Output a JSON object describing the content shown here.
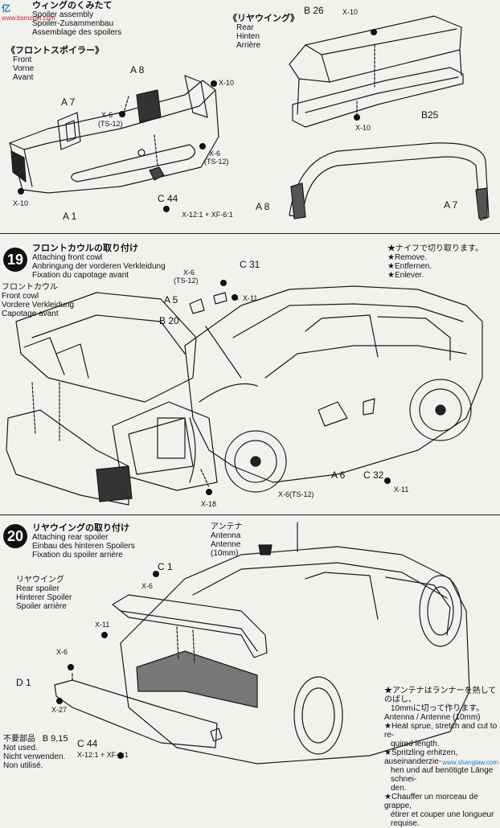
{
  "watermark": {
    "logo_text": "亿",
    "site": "www.bsmodel.com",
    "site2": "www.shanglaw.com"
  },
  "step18": {
    "title_jp": "ウィングのくみたて",
    "title_en": "Spoiler assembly",
    "title_de": "Spoiler-Zusammenbau",
    "title_fr": "Assemblage des spoilers",
    "front_jp": "《フロントスポイラー》",
    "front_en": "Front",
    "front_de": "Vorne",
    "front_fr": "Avant",
    "rear_jp": "《リヤウイング》",
    "rear_en": "Rear",
    "rear_de": "Hinten",
    "rear_fr": "Arrière",
    "labels": {
      "a8_top": "A 8",
      "x10_a": "X-10",
      "a7": "A 7",
      "x6_a": "X-6",
      "ts12_a": "(TS-12)",
      "x6_b": "X-6",
      "ts12_b": "(TS-12)",
      "x10_b": "X-10",
      "a1": "A 1",
      "c44": "C 44",
      "x12": "X-12:1 + XF-6:1",
      "b26": "B 26",
      "x10_c": "X-10",
      "b25": "B25",
      "x10_d": "X-10",
      "a8_r": "A 8",
      "a7_r": "A 7"
    }
  },
  "step19": {
    "number": "19",
    "title_jp": "フロントカウルの取り付け",
    "title_en": "Attaching front cowl",
    "title_de": "Anbringung der vorderen Verkleidung",
    "title_fr": "Fixation du capotage avant",
    "cowl_jp": "フロントカウル",
    "cowl_en": "Front cowl",
    "cowl_de": "Vordere Verkleidung",
    "cowl_fr": "Capotage avant",
    "remove_jp": "★ナイフで切り取ります。",
    "remove_en": "★Remove.",
    "remove_de": "★Entfernen.",
    "remove_fr": "★Enlever.",
    "labels": {
      "x6": "X-6",
      "ts12": "(TS-12)",
      "c31": "C 31",
      "a5": "A 5",
      "x11_a": "X-11",
      "b20": "B 20",
      "a6": "A 6",
      "c32": "C 32",
      "x6_ts12": "X-6(TS-12)",
      "x11_b": "X-11",
      "x18": "X-18"
    }
  },
  "step20": {
    "number": "20",
    "title_jp": "リヤウイングの取り付け",
    "title_en": "Attaching rear spoiler",
    "title_de": "Einbau des hinteren Spoilers",
    "title_fr": "Fixation du spoiler arrière",
    "antenna_jp": "アンテナ",
    "antenna_en": "Antenna",
    "antenna_de": "Antenne",
    "antenna_mm": "(10mm)",
    "spoiler_jp": "リヤウイング",
    "spoiler_en": "Rear spoiler",
    "spoiler_de": "Hinterer Spoiler",
    "spoiler_fr": "Spoiler arrière",
    "unused_jp": "不要部品",
    "unused_parts": "B 9,15",
    "unused_en": "Not used.",
    "unused_de": "Nicht verwenden.",
    "unused_fr": "Non utilisé.",
    "note_jp1": "★アンテナはランナーを熱してのばし、",
    "note_jp2": "10mmに切って作ります。",
    "note_en1": "Antenna / Antenne (10mm)",
    "note_en2": "★Heat sprue, stretch and cut to re-",
    "note_en3": "quired length.",
    "note_de1": "★Spritzling erhitzen, auseinanderzie-",
    "note_de2": "hen und auf benötigte Länge schnei-",
    "note_de3": "den.",
    "note_fr1": "★Chauffer un morceau de grappe,",
    "note_fr2": "étirer et couper une longueur",
    "note_fr3": "requise.",
    "labels": {
      "c1": "C 1",
      "x6_a": "X-6",
      "x11": "X-11",
      "x6_b": "X-6",
      "d1": "D 1",
      "x27": "X-27",
      "c44": "C 44",
      "x12": "X-12:1 + XF-6:1"
    }
  }
}
